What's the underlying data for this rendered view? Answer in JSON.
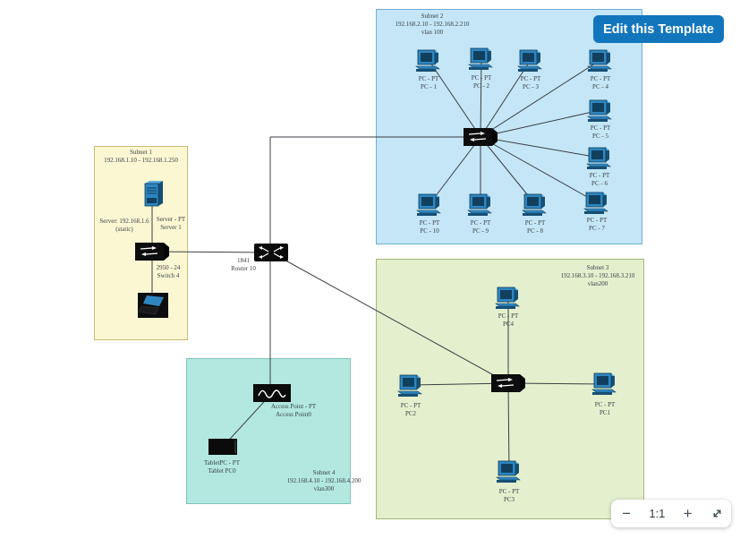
{
  "edit_button": "Edit this Template",
  "colors": {
    "accent_blue": "#1276bd",
    "subnet1_fill": "#fbf7d3",
    "subnet1_border": "#c8bc72",
    "subnet2_fill": "#c4e6f6",
    "subnet2_border": "#70aed5",
    "subnet3_fill": "#e4efce",
    "subnet3_border": "#a2bb74",
    "subnet4_fill": "#b2e8e0",
    "subnet4_border": "#7fc6ba"
  },
  "toolbar": {
    "zoom_out": "−",
    "zoom_ratio": "1:1",
    "zoom_in": "+"
  },
  "router": {
    "l1": "1841",
    "l2": "Router 10"
  },
  "subnet1": {
    "title": "Subnet 1",
    "range": "192.168.1.10 - 192.168.1.250",
    "server_note1": "Server: 192.168.1.6",
    "server_note2": "(static)",
    "server_l1": "Server - PT",
    "server_l2": "Server 1",
    "switch_l1": "2950 - 24",
    "switch_l2": "Switch 4"
  },
  "subnet2": {
    "title": "Subnet 2",
    "range": "192.168.2.10 - 192.168.2.210",
    "vlan": "vlan 100",
    "pcs": [
      {
        "l1": "PC - PT",
        "l2": "PC - 1"
      },
      {
        "l1": "PC - PT",
        "l2": "PC - 2"
      },
      {
        "l1": "PC - PT",
        "l2": "PC - 3"
      },
      {
        "l1": "PC - PT",
        "l2": "PC - 4"
      },
      {
        "l1": "PC - PT",
        "l2": "PC - 5"
      },
      {
        "l1": "PC - PT",
        "l2": "PC - 6"
      },
      {
        "l1": "PC - PT",
        "l2": "PC - 7"
      },
      {
        "l1": "PC - PT",
        "l2": "PC - 8"
      },
      {
        "l1": "PC - PT",
        "l2": "PC - 9"
      },
      {
        "l1": "PC - PT",
        "l2": "PC - 10"
      }
    ]
  },
  "subnet3": {
    "title": "Subnet 3",
    "range": "192.168.3.10 - 192.168.3.210",
    "vlan": "vlan200",
    "pcs": [
      {
        "l1": "PC - PT",
        "l2": "PC4"
      },
      {
        "l1": "PC - PT",
        "l2": "PC2"
      },
      {
        "l1": "PC - PT",
        "l2": "PC1"
      },
      {
        "l1": "PC - PT",
        "l2": "PC3"
      }
    ]
  },
  "subnet4": {
    "title": "Subnet 4",
    "range": "192.168.4.10 - 192.168.4.200",
    "vlan": "vlan300",
    "ap_l1": "Access Point - PT",
    "ap_l2": "Access Point0",
    "tablet_l1": "TabletPC - PT",
    "tablet_l2": "Tablet PC0"
  }
}
